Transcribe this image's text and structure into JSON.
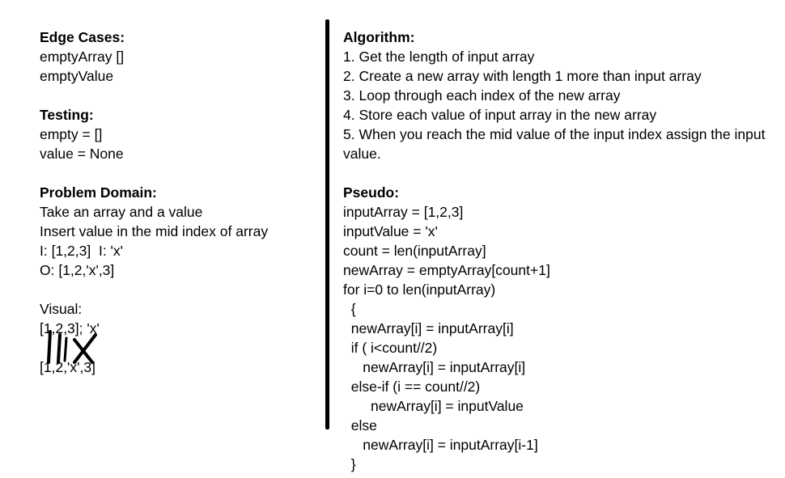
{
  "left": {
    "edge_cases": {
      "heading": "Edge Cases:",
      "lines": [
        "emptyArray []",
        "emptyValue"
      ]
    },
    "testing": {
      "heading": "Testing:",
      "lines": [
        "empty = []",
        "value = None"
      ]
    },
    "problem_domain": {
      "heading": "Problem Domain:",
      "lines": [
        "Take an array and a value",
        "Insert value in the mid index of array",
        "I: [1,2,3]  I: 'x'",
        "O: [1,2,'x',3]"
      ]
    },
    "visual": {
      "heading": "Visual:",
      "input_line": "[1,2,3]; 'x'",
      "output_line": "[1,2,'x',3]"
    }
  },
  "right": {
    "algorithm": {
      "heading": "Algorithm:",
      "steps": [
        "1. Get the length of input array",
        "2. Create a new array with length 1 more than input array",
        "3. Loop through each index of the new array",
        "4. Store each value of input array in the new array",
        "5. When you reach the mid value of the input index assign the input value."
      ]
    },
    "pseudo": {
      "heading": "Pseudo:",
      "lines": [
        "inputArray = [1,2,3]",
        "inputValue = 'x'",
        "count = len(inputArray]",
        "newArray = emptyArray[count+1]",
        "for i=0 to len(inputArray)",
        "  {",
        "  newArray[i] = inputArray[i]",
        "  if ( i<count//2)",
        "     newArray[i] = inputArray[i]",
        "  else-if (i == count//2)",
        "       newArray[i] = inputValue",
        "  else",
        "     newArray[i] = inputArray[i-1]",
        "  }"
      ]
    }
  }
}
